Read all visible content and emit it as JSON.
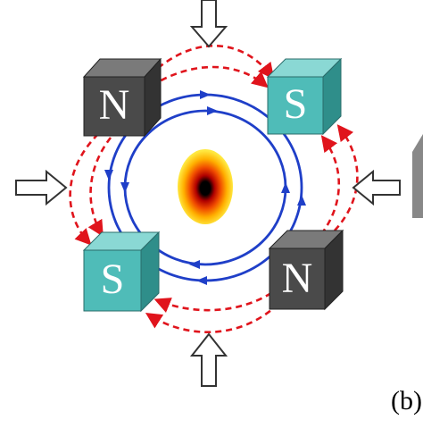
{
  "figure": {
    "panel_label": "(b)",
    "magnets": [
      {
        "id": "top-left",
        "pole": "N",
        "color": "#4a4a4a"
      },
      {
        "id": "top-right",
        "pole": "S",
        "color": "#4fbcb8"
      },
      {
        "id": "bottom-left",
        "pole": "S",
        "color": "#4fbcb8"
      },
      {
        "id": "bottom-right",
        "pole": "N",
        "color": "#4a4a4a"
      }
    ],
    "colors": {
      "outer_field_lines": "#e0141c",
      "inner_field_lines": "#1f3fc8",
      "arrow_outline": "#333333",
      "north_face": "#4a4a4a",
      "south_face": "#4fbcb8"
    },
    "icons": [
      "arrow-down-icon",
      "arrow-right-icon",
      "arrow-left-icon",
      "arrow-up-icon"
    ]
  }
}
